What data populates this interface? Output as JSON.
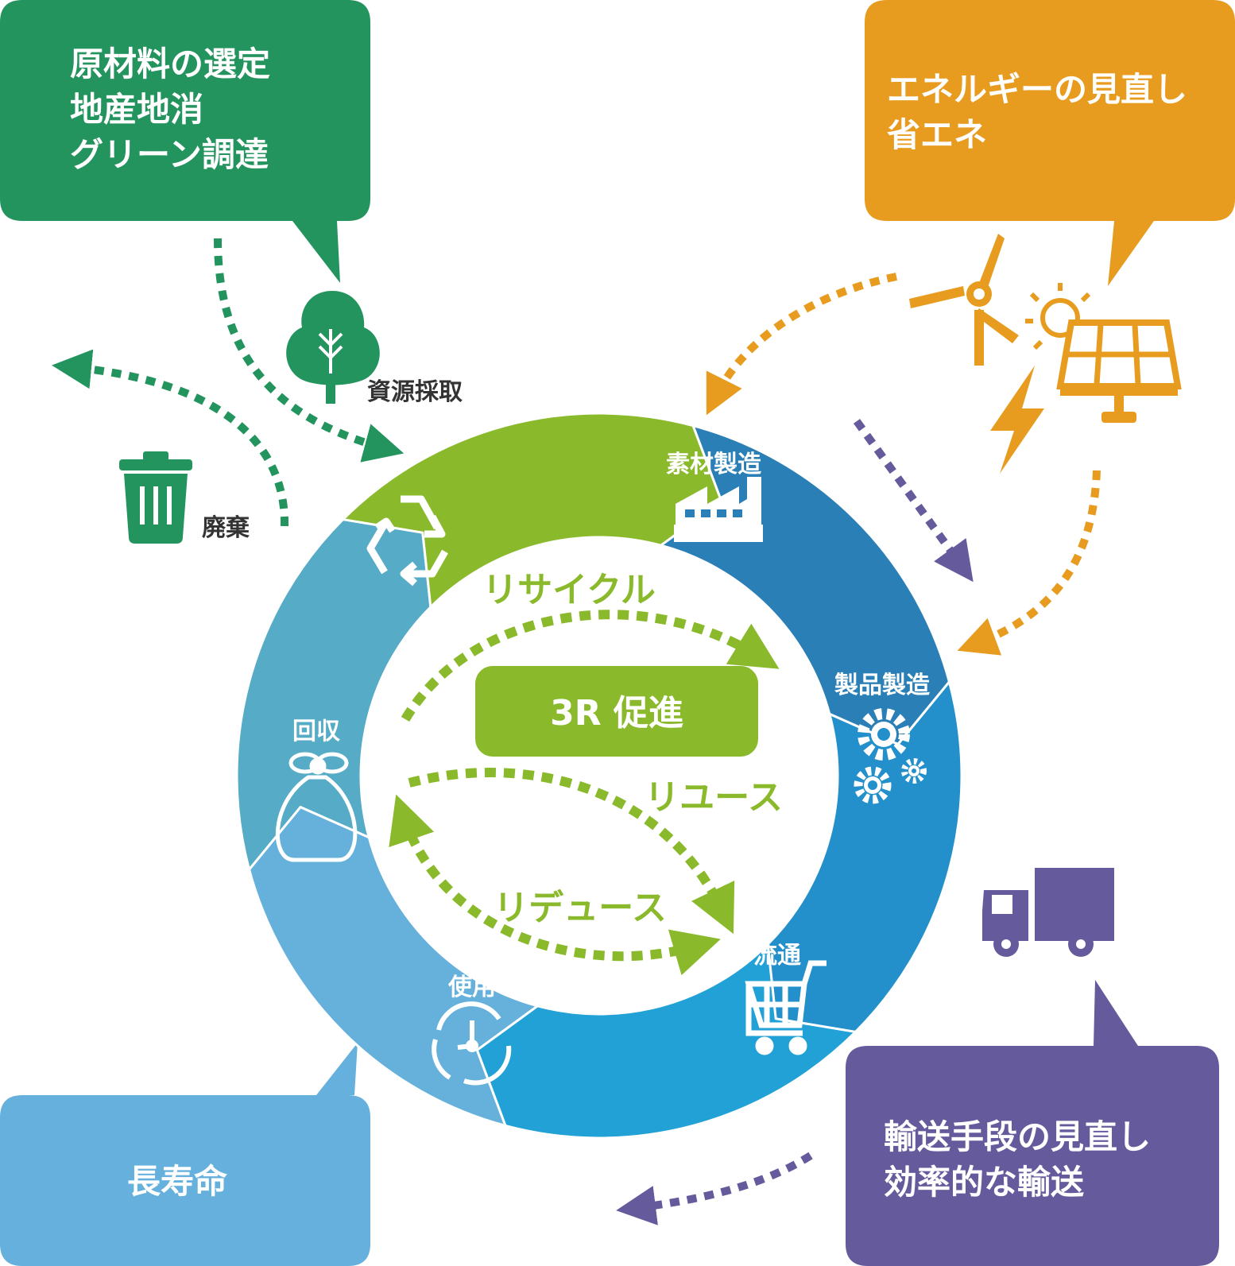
{
  "callouts": {
    "materials": {
      "lines": [
        "原材料の選定",
        "地産地消",
        "グリーン調達"
      ],
      "color": "#24945f"
    },
    "energy": {
      "lines": [
        "エネルギーの見直し",
        "省エネ"
      ],
      "color": "#e89c1f"
    },
    "transport": {
      "lines": [
        "輸送手段の見直し",
        "効率的な輸送"
      ],
      "color": "#645a9c"
    },
    "longevity": {
      "lines": [
        "長寿命"
      ],
      "color": "#65b0dc"
    }
  },
  "outside_labels": {
    "resource_extraction": "資源採取",
    "disposal": "廃棄"
  },
  "cycle": {
    "segments": [
      {
        "label": "素材製造",
        "icon": "factory-icon",
        "color": "#2a7fb6"
      },
      {
        "label": "製品製造",
        "icon": "gears-icon",
        "color": "#2390cc"
      },
      {
        "label": "流通",
        "icon": "shopping-cart-icon",
        "color": "#21a1d5"
      },
      {
        "label": "使用",
        "icon": "clock-cycle-icon",
        "color": "#65b1db"
      },
      {
        "label": "回収",
        "icon": "garbage-bag-icon",
        "color": "#56abc6"
      },
      {
        "label": "",
        "icon": "recycle-icon",
        "color": "#8aba2c"
      }
    ],
    "center_label": "3R 促進",
    "center_color": "#8aba2c",
    "inner_labels": {
      "recycle": "リサイクル",
      "reuse": "リユース",
      "reduce": "リデュース"
    }
  },
  "colors": {
    "green_arrow": "#24945f",
    "orange_arrow": "#e89c1f",
    "purple_arrow": "#645a9c",
    "lime_arrow": "#8aba2c"
  }
}
